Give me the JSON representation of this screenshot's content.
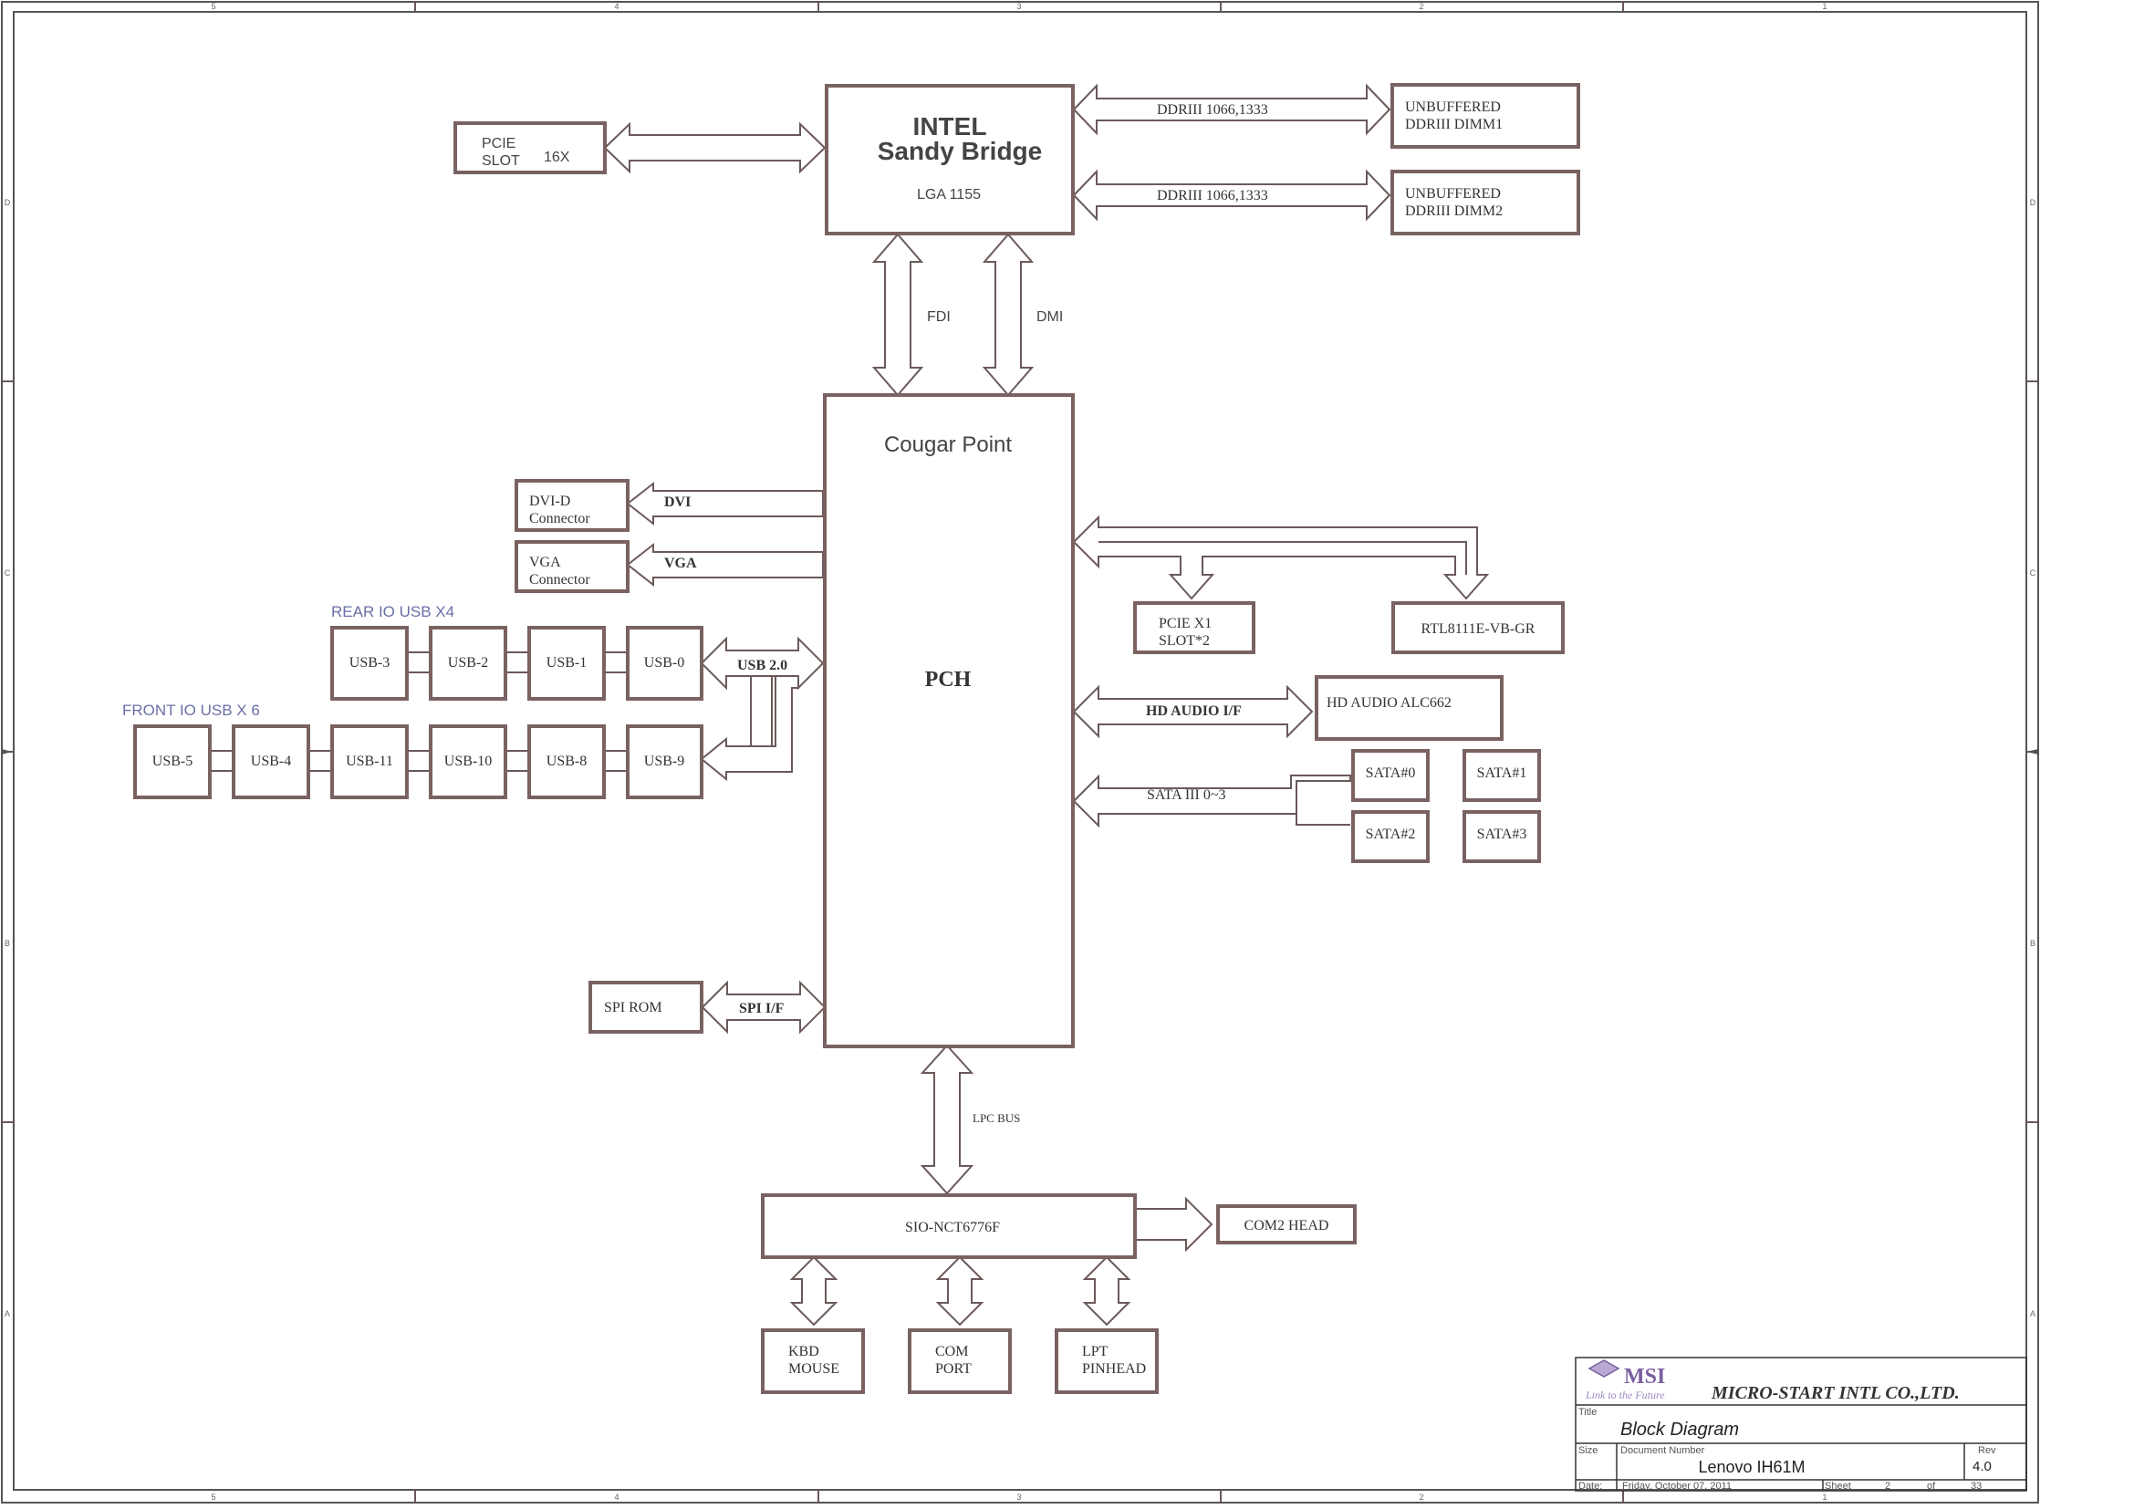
{
  "cpu": {
    "line1": "INTEL",
    "line2": "Sandy Bridge",
    "line3": "LGA 1155"
  },
  "pcie16": {
    "line1": "PCIE",
    "line2": "SLOT",
    "size": "16X"
  },
  "dimm1": {
    "line1": "UNBUFFERED",
    "line2": "DDRIII  DIMM1",
    "bus": "DDRIII 1066,1333"
  },
  "dimm2": {
    "line1": "UNBUFFERED",
    "line2": "DDRIII DIMM2",
    "bus": "DDRIII 1066,1333"
  },
  "links": {
    "fdi": "FDI",
    "dmi": "DMI",
    "lpc": "LPC  BUS"
  },
  "pch": {
    "title": "Cougar Point",
    "label": "PCH"
  },
  "dvi": {
    "line1": "DVI-D",
    "line2": "Connector",
    "bus": "DVI"
  },
  "vga": {
    "line1": "VGA",
    "line2": "Connector",
    "bus": "VGA"
  },
  "rear_usb": {
    "title": "REAR IO USB X4",
    "ports": [
      "USB-3",
      "USB-2",
      "USB-1",
      "USB-0"
    ]
  },
  "front_usb": {
    "title": "FRONT IO USB X 6",
    "ports": [
      "USB-5",
      "USB-4",
      "USB-11",
      "USB-10",
      "USB-8",
      "USB-9"
    ]
  },
  "usb_bus": "USB 2.0",
  "spi": {
    "box": "SPI ROM",
    "bus": "SPI I/F"
  },
  "pcie_x1": {
    "line1": "PCIE X1",
    "line2": "SLOT*2"
  },
  "lan": "RTL8111E-VB-GR",
  "audio": {
    "box": "HD AUDIO ALC662",
    "bus": "HD AUDIO I/F"
  },
  "sata": {
    "bus": "SATA III 0~3",
    "ports": [
      "SATA#0",
      "SATA#1",
      "SATA#2",
      "SATA#3"
    ]
  },
  "sio": {
    "chip": "SIO-NCT6776F",
    "com2": "COM2 HEAD",
    "kbd": [
      "KBD",
      "MOUSE"
    ],
    "com": [
      "COM",
      "PORT"
    ],
    "lpt": [
      "LPT",
      "PINHEAD"
    ]
  },
  "grid": {
    "cols": [
      "5",
      "4",
      "3",
      "2",
      "1"
    ],
    "rows": [
      "D",
      "C",
      "B",
      "A"
    ]
  },
  "title_block": {
    "logo": "MSI",
    "slogan": "Link to the Future",
    "company": "MICRO-START INTL CO.,LTD.",
    "title_label": "Title",
    "title": "Block Diagram",
    "size_label": "Size",
    "docnum_label": "Document Number",
    "document": "Lenovo  IH61M",
    "rev_label": "Rev",
    "rev": "4.0",
    "date_label": "Date:",
    "date": "Friday, October 07, 2011",
    "sheet_label": "Sheet",
    "sheet": "2",
    "of_label": "of",
    "total": "33"
  },
  "colors": {
    "box_border": "#7a6262",
    "group_label": "#6a6fa6",
    "logo": "#7a5fa0"
  }
}
